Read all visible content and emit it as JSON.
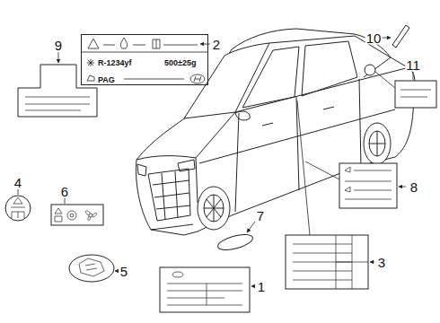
{
  "diagram": {
    "nodes": [
      {
        "text": [
          "R-1234yf",
          "500±25g",
          "PAG"
        ]
      }
    ],
    "labels": [
      "10",
      "9",
      "2",
      "11",
      "4",
      "8",
      "6",
      "7",
      "3",
      "5",
      "1"
    ]
  }
}
